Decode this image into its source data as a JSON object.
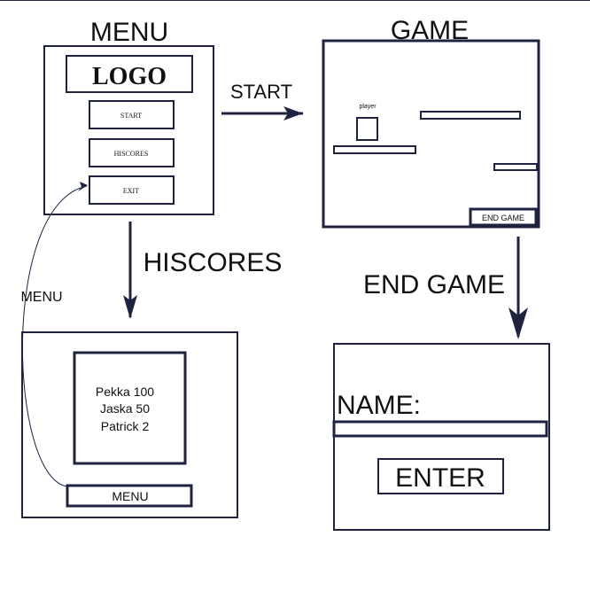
{
  "colors": {
    "line": "#1f2340",
    "text": "#111111",
    "background": "#ffffff"
  },
  "menu": {
    "title": "MENU",
    "logo": "LOGO",
    "buttons": [
      "START",
      "HISCORES",
      "EXIT"
    ]
  },
  "game": {
    "title": "GAME",
    "player_label": "player",
    "end_button": "END GAME"
  },
  "hiscores": {
    "entries": [
      "Pekka 100",
      "Jaska 50",
      "Patrick 2"
    ],
    "menu_button": "MENU"
  },
  "end_screen": {
    "name_label": "NAME:",
    "enter_button": "ENTER"
  },
  "arrows": {
    "start": "START",
    "hiscores": "HISCORES",
    "end_game": "END GAME",
    "back_to_menu": "MENU"
  }
}
